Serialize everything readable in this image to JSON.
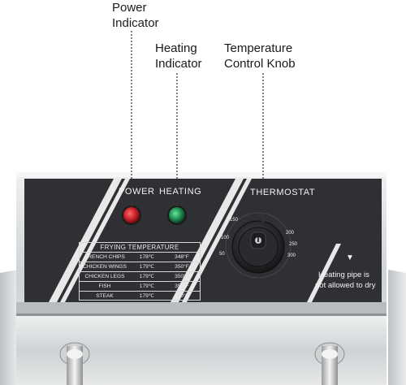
{
  "callouts": {
    "power": [
      "Power",
      "Indicator"
    ],
    "heating": [
      "Heating",
      "Indicator"
    ],
    "temperature": [
      "Temperature",
      "Control Knob"
    ]
  },
  "panel": {
    "power_label": "POWER",
    "heating_label": "HEATING",
    "thermostat_label": "THERMOSTAT",
    "warning_mark": "▼",
    "warning_line1": "Heating pipe is",
    "warning_line2": "not allowed to dry"
  },
  "frying_table": {
    "title": "FRYING TEMPERATURE",
    "rows": [
      {
        "food": "FRENCH CHIPS",
        "celsius": "178℃",
        "fahrenheit": "348°F"
      },
      {
        "food": "CHICKEN WINGS",
        "celsius": "179℃",
        "fahrenheit": "350°F"
      },
      {
        "food": "CHICKEN LEGS",
        "celsius": "179℃",
        "fahrenheit": "350°F"
      },
      {
        "food": "FISH",
        "celsius": "179℃",
        "fahrenheit": "350°F"
      },
      {
        "food": "STEAK",
        "celsius": "179℃",
        "fahrenheit": "350°F"
      }
    ]
  },
  "dial_marks": [
    "150",
    "100",
    "50",
    "200",
    "250",
    "300"
  ],
  "colors": {
    "panel": "#2e3033",
    "steel": "#d9dbdc",
    "power_lamp": "#c8202a",
    "heating_lamp": "#1f8a4c"
  }
}
